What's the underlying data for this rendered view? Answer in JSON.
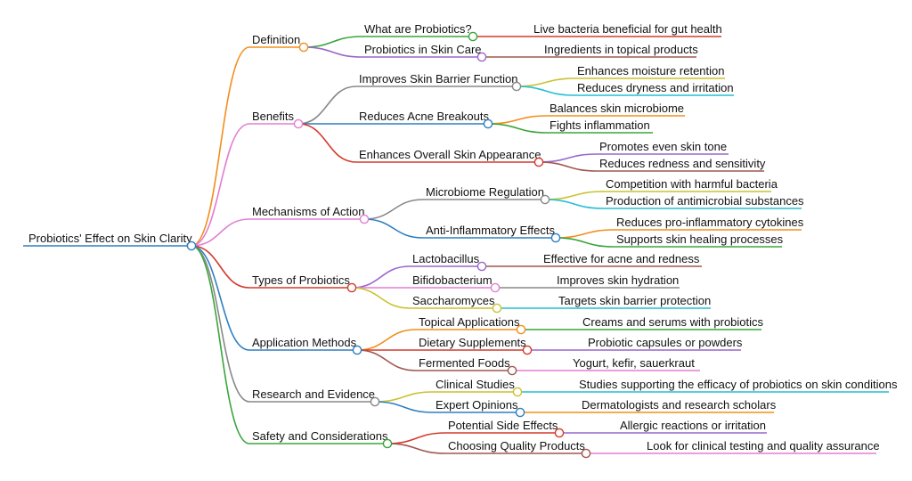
{
  "colors": {
    "orange": "#f28e1c",
    "green": "#3aa53a",
    "red": "#d33a2c",
    "purple": "#9966cc",
    "pink": "#e37fd2",
    "gray": "#888888",
    "blue": "#2f7fc1",
    "yellow": "#c9c231",
    "cyan": "#22bfd1",
    "brown": "#a0574f"
  },
  "root": {
    "label": "Probiotics' Effect on Skin Clarity"
  },
  "branches": [
    {
      "label": "Definition",
      "color": "orange",
      "children": [
        {
          "label": "What are Probiotics?",
          "color": "green",
          "children": [
            {
              "label": "Live bacteria beneficial for gut health",
              "color": "red"
            }
          ]
        },
        {
          "label": "Probiotics in Skin Care",
          "color": "purple",
          "children": [
            {
              "label": "Ingredients in topical products",
              "color": "brown"
            }
          ]
        }
      ]
    },
    {
      "label": "Benefits",
      "color": "pink",
      "children": [
        {
          "label": "Improves Skin Barrier Function",
          "color": "gray",
          "children": [
            {
              "label": "Enhances moisture retention",
              "color": "yellow"
            },
            {
              "label": "Reduces dryness and irritation",
              "color": "cyan"
            }
          ]
        },
        {
          "label": "Reduces Acne Breakouts",
          "color": "blue",
          "children": [
            {
              "label": "Balances skin microbiome",
              "color": "orange"
            },
            {
              "label": "Fights inflammation",
              "color": "green"
            }
          ]
        },
        {
          "label": "Enhances Overall Skin Appearance",
          "color": "red",
          "children": [
            {
              "label": "Promotes even skin tone",
              "color": "purple"
            },
            {
              "label": "Reduces redness and sensitivity",
              "color": "brown"
            }
          ]
        }
      ]
    },
    {
      "label": "Mechanisms of Action",
      "color": "pink",
      "children": [
        {
          "label": "Microbiome Regulation",
          "color": "gray",
          "children": [
            {
              "label": "Competition with harmful bacteria",
              "color": "yellow"
            },
            {
              "label": "Production of antimicrobial substances",
              "color": "cyan"
            }
          ]
        },
        {
          "label": "Anti-Inflammatory Effects",
          "color": "blue",
          "children": [
            {
              "label": "Reduces pro-inflammatory cytokines",
              "color": "orange"
            },
            {
              "label": "Supports skin healing processes",
              "color": "green"
            }
          ]
        }
      ]
    },
    {
      "label": "Types of Probiotics",
      "color": "red",
      "children": [
        {
          "label": "Lactobacillus",
          "color": "purple",
          "children": [
            {
              "label": "Effective for acne and redness",
              "color": "brown"
            }
          ]
        },
        {
          "label": "Bifidobacterium",
          "color": "pink",
          "children": [
            {
              "label": "Improves skin hydration",
              "color": "gray"
            }
          ]
        },
        {
          "label": "Saccharomyces",
          "color": "yellow",
          "children": [
            {
              "label": "Targets skin barrier protection",
              "color": "cyan"
            }
          ]
        }
      ]
    },
    {
      "label": "Application Methods",
      "color": "blue",
      "children": [
        {
          "label": "Topical Applications",
          "color": "orange",
          "children": [
            {
              "label": "Creams and serums with probiotics",
              "color": "green"
            }
          ]
        },
        {
          "label": "Dietary Supplements",
          "color": "red",
          "children": [
            {
              "label": "Probiotic capsules or powders",
              "color": "purple"
            }
          ]
        },
        {
          "label": "Fermented Foods",
          "color": "brown",
          "children": [
            {
              "label": "Yogurt, kefir, sauerkraut",
              "color": "pink"
            }
          ]
        }
      ]
    },
    {
      "label": "Research and Evidence",
      "color": "gray",
      "children": [
        {
          "label": "Clinical Studies",
          "color": "yellow",
          "children": [
            {
              "label": "Studies supporting the efficacy of probiotics on skin conditions",
              "color": "cyan"
            }
          ]
        },
        {
          "label": "Expert Opinions",
          "color": "blue",
          "children": [
            {
              "label": "Dermatologists and research scholars",
              "color": "orange"
            }
          ]
        }
      ]
    },
    {
      "label": "Safety and Considerations",
      "color": "green",
      "children": [
        {
          "label": "Potential Side Effects",
          "color": "red",
          "children": [
            {
              "label": "Allergic reactions or irritation",
              "color": "purple"
            }
          ]
        },
        {
          "label": "Choosing Quality Products",
          "color": "brown",
          "children": [
            {
              "label": "Look for clinical testing and quality assurance",
              "color": "pink"
            }
          ]
        }
      ]
    }
  ]
}
